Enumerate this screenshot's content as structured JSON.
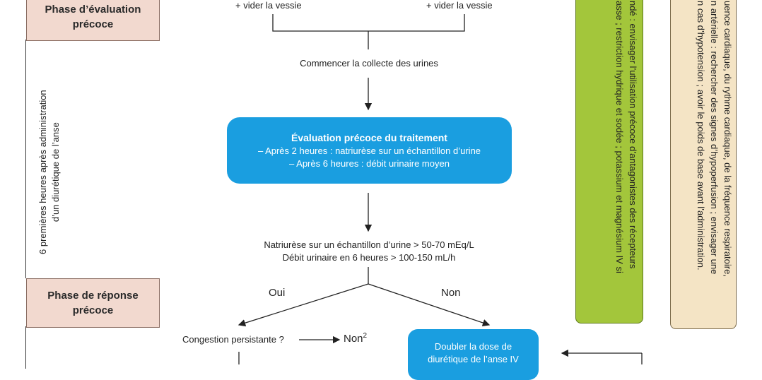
{
  "phases": {
    "early_eval": "Phase d’évaluation\nprécoce",
    "early_response": "Phase de réponse\nprécoce"
  },
  "side_label": {
    "line1": "6 premières heures après administration",
    "line2": "d’un diurétique de l’anse"
  },
  "top": {
    "left_text": "+ vider la vessie",
    "right_text": "+ vider la vessie"
  },
  "start_collect": "Commencer la collecte des urines",
  "eval_box": {
    "title": "Évaluation précoce du traitement",
    "line1": "– Après 2 heures : natriurèse sur un échantillon d’urine",
    "line2": "– Après 6 heures : débit urinaire moyen"
  },
  "criteria": {
    "line1": "Natriurèse sur un échantillon d’urine > 50-70 mEq/L",
    "line2": "Débit urinaire en 6 heures > 100-150 mL/h"
  },
  "branches": {
    "yes": "Oui",
    "no": "Non",
    "congestion": "Congestion persistante ?",
    "no2": "Non",
    "no2_sup": "2"
  },
  "double_box": {
    "line1": "Doubler la dose de",
    "line2": "diurétique de l’anse IV"
  },
  "green_panel": {
    "line1": "ndé : envisager l’utilisation précoce d’antagonistes des récepteurs",
    "line2": "asse ; restriction hydrique et sodée ; potassium et magnésium IV si"
  },
  "beige_panel": {
    "line1": "uence cardiaque, du rythme cardiaque, de la fréquence respiratoire,",
    "line2": "n artérielle : rechercher des signes d’hypoperfusion ; envisager une",
    "line3": "n cas d’hypotension ; avoir le poids de base avant l’administration."
  },
  "colors": {
    "blue": "#1a9ee0",
    "phase_bg": "#f2d9cf",
    "green": "#a3c63b",
    "beige": "#f4e4c5"
  }
}
